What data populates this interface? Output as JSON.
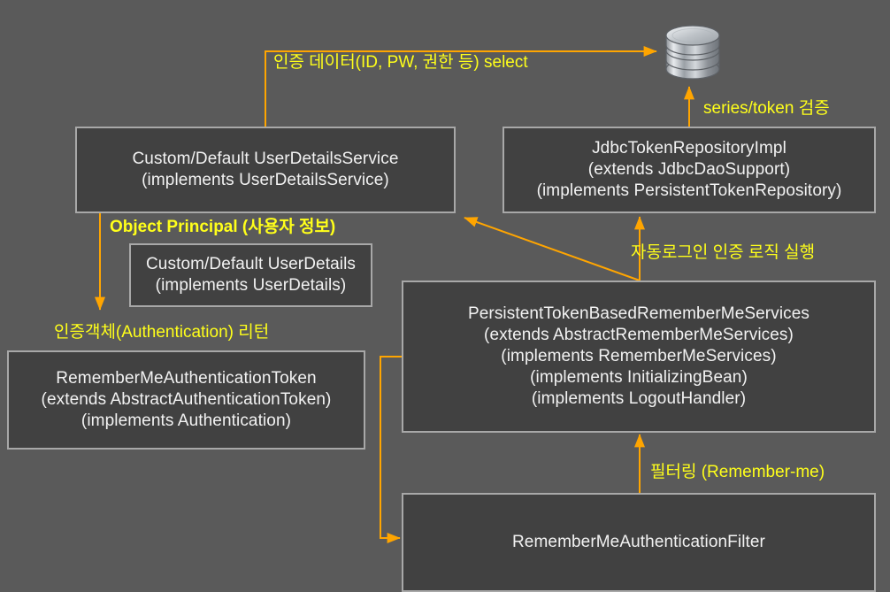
{
  "diagram": {
    "title": "Spring Security Remember-Me Architecture",
    "background_color": "#5a5a5a",
    "node_fill_color": "#414141",
    "node_border_color": "#a8a8a8",
    "node_text_color": "#f2f2f2",
    "arrow_color": "#ffa500",
    "label_text_color": "#ffff1a"
  },
  "nodes": {
    "user_details_service": "Custom/Default UserDetailsService\n(implements UserDetailsService)",
    "jdbc_token_repository": "JdbcTokenRepositoryImpl\n(extends JdbcDaoSupport)\n(implements PersistentTokenRepository)",
    "user_details": "Custom/Default UserDetails\n(implements UserDetails)",
    "remember_me_token": "RememberMeAuthenticationToken\n(extends AbstractAuthenticationToken)\n(implements Authentication)",
    "persistent_token_services": "PersistentTokenBasedRememberMeServices\n(extends AbstractRememberMeServices)\n(implements RememberMeServices)\n(implements InitializingBean)\n(implements LogoutHandler)",
    "remember_me_filter": "RememberMeAuthenticationFilter"
  },
  "labels": {
    "select_auth_data": "인증 데이터(ID, PW, 권한 등) select",
    "series_token_verify": "series/token 검증",
    "object_principal": "Object Principal (사용자 정보)",
    "auth_object_return": "인증객체(Authentication) 리턴",
    "autologin_logic": "자동로그인 인증 로직 실행",
    "filtering_remember_me": "필터링 (Remember-me)"
  },
  "icons": {
    "database": "database-icon"
  }
}
